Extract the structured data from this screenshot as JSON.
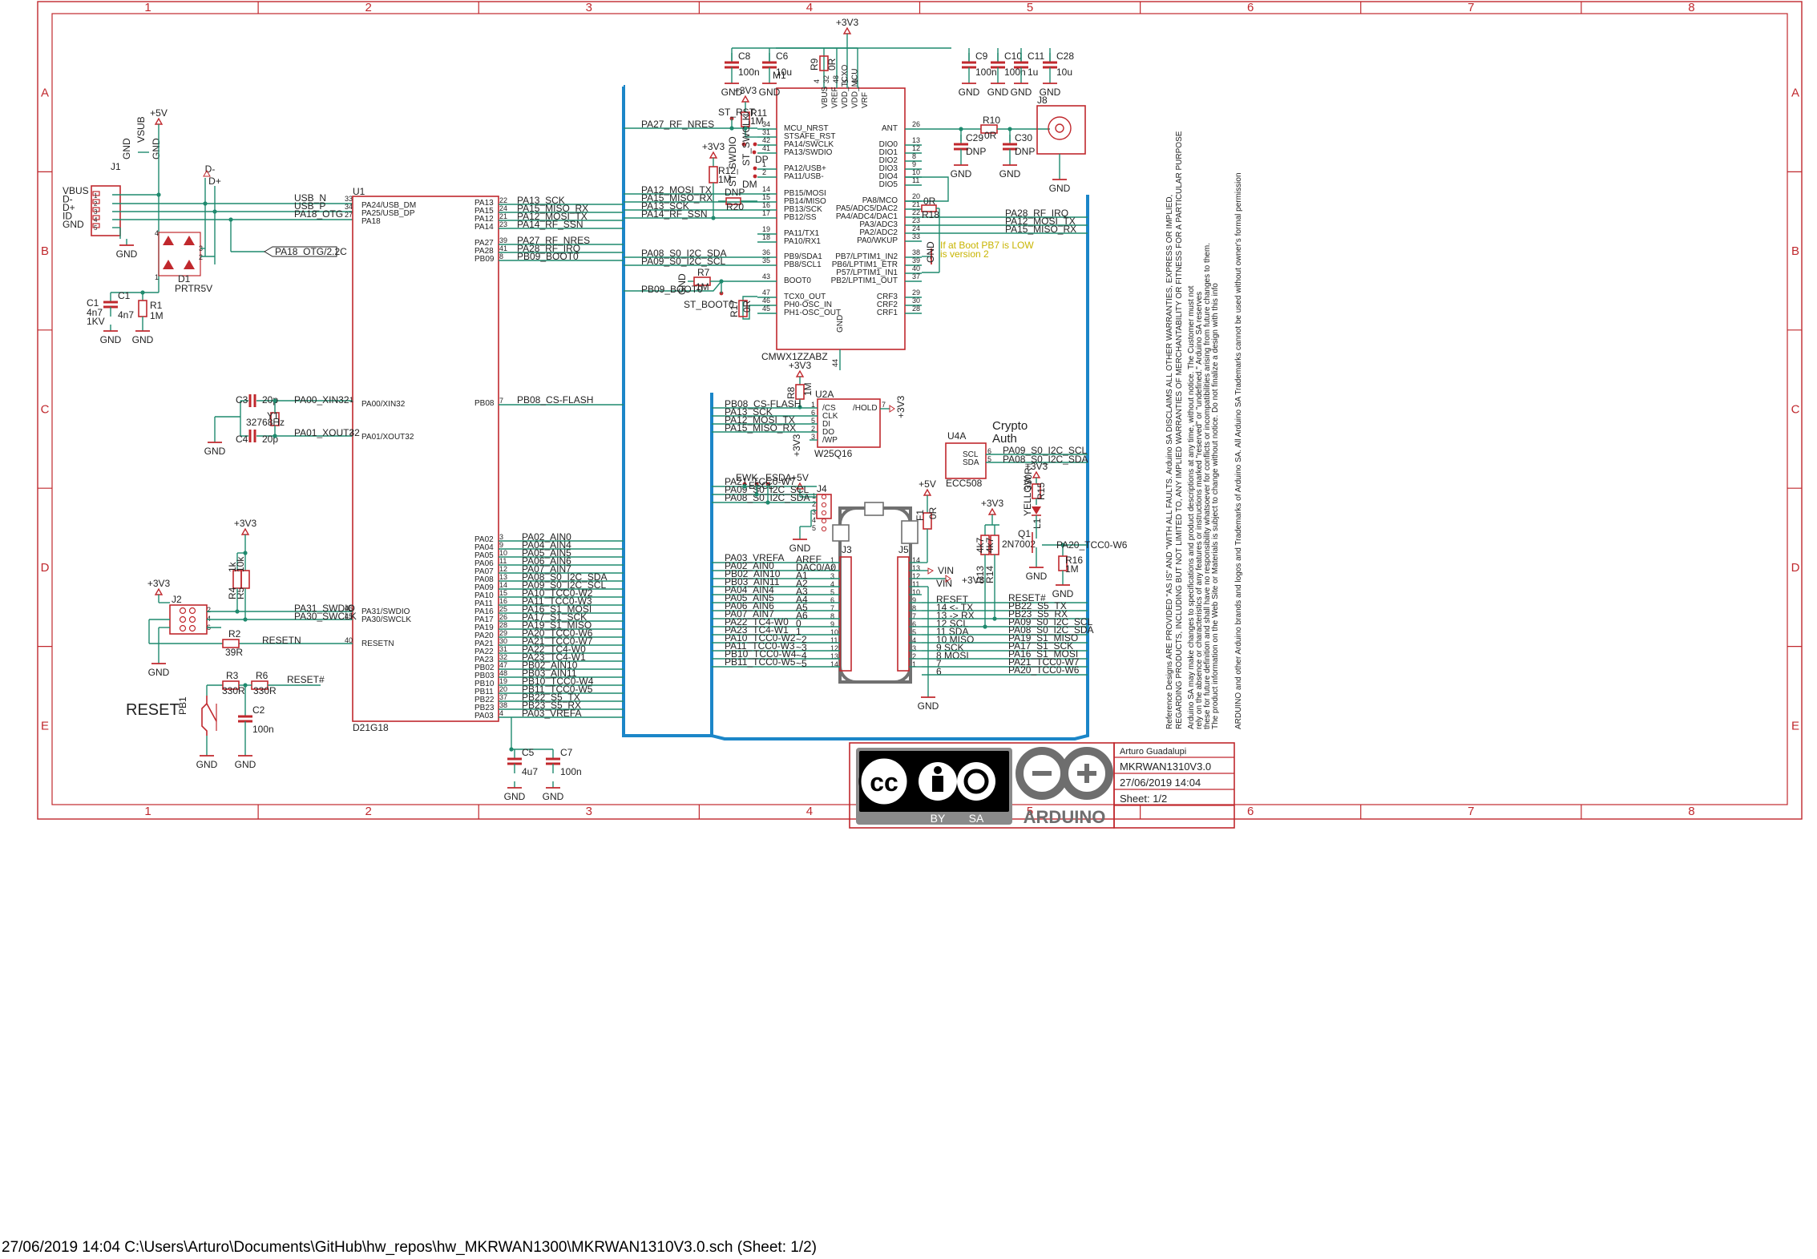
{
  "frame": {
    "columns": [
      "1",
      "2",
      "3",
      "4",
      "5",
      "6",
      "7",
      "8"
    ],
    "rows": [
      "A",
      "B",
      "C",
      "D",
      "E"
    ]
  },
  "colors": {
    "frame": "#c0282d",
    "wire": "#1f8a6e",
    "part": "#c0282d",
    "bus": "#1b86c8",
    "note": "#c8b400",
    "text": "#222222"
  },
  "usb": {
    "ref": "J1",
    "pins": [
      "VBUS",
      "D-",
      "D+",
      "ID",
      "GND"
    ],
    "nets": {
      "vsub": "VSUB",
      "vcc": "+5V",
      "gnd": "GND",
      "dminus": "D-",
      "dplus": "D+"
    },
    "diode": {
      "ref": "D1",
      "value": "PRTR5V"
    },
    "c1": {
      "ref": "C1",
      "v1": "4n7",
      "v2": "1KV"
    },
    "r1": {
      "ref": "R1",
      "value": "1M"
    },
    "signals": [
      "USB_N",
      "USB_P",
      "PA18_OTG"
    ],
    "pinnums": [
      "33",
      "34",
      "27"
    ],
    "otg_label": "PA18_OTG/2.2C"
  },
  "crystal": {
    "c3": "C3",
    "c3v": "20p",
    "c4": "C4",
    "c4v": "20p",
    "y1": "Y1",
    "y1v": "32768Hz",
    "nets": [
      "PA00_XIN32",
      "PA01_XOUT32"
    ],
    "pinnums": [
      "1",
      "2"
    ]
  },
  "swd": {
    "j2": "J2",
    "v3": "+3V3",
    "r4": "R4",
    "r4v": "1k",
    "r5": "R5",
    "r5v": "10k",
    "r2": "R2",
    "r2v": "39R",
    "nets": [
      "PA31_SWDIO",
      "PA30_SWCLK",
      "RESETN"
    ],
    "pinnums": [
      "46",
      "45",
      "40"
    ],
    "jpins": [
      "2",
      "4",
      "6"
    ]
  },
  "reset": {
    "label": "RESET",
    "pb": "PB1",
    "r3": "R3",
    "r3v": "330R",
    "r6": "R6",
    "r6v": "330R",
    "net": "RESET#",
    "c2": "C2",
    "c2v": "100n"
  },
  "mcu": {
    "ref": "U1",
    "value": "D21G18",
    "left_pins": [
      "PA24/USB_DM",
      "PA25/USB_DP",
      "PA18",
      "PA00/XIN32",
      "PA01/XOUT32",
      "PA31/SWDIO",
      "PA30/SWCLK",
      "RESETN"
    ],
    "right_top": [
      {
        "pin": "PA13",
        "num": "22",
        "net": "PA13_SCK"
      },
      {
        "pin": "PA15",
        "num": "24",
        "net": "PA15_MISO_RX"
      },
      {
        "pin": "PA12",
        "num": "21",
        "net": "PA12_MOSI_TX"
      },
      {
        "pin": "PA14",
        "num": "23",
        "net": "PA14_RF_SSN"
      },
      {
        "pin": "PA27",
        "num": "39",
        "net": "PA27_RF_NRES"
      },
      {
        "pin": "PA28",
        "num": "41",
        "net": "PA28_RF_IRQ"
      },
      {
        "pin": "PB09",
        "num": "8",
        "net": "PB09_BOOT0"
      }
    ],
    "pb08": {
      "pin": "PB08",
      "num": "7",
      "net": "PB08_CS-FLASH"
    },
    "right_bottom": [
      {
        "pin": "PA02",
        "num": "3",
        "net": "PA02_AIN0"
      },
      {
        "pin": "PA04",
        "num": "9",
        "net": "PA04_AIN4"
      },
      {
        "pin": "PA05",
        "num": "10",
        "net": "PA05_AIN5"
      },
      {
        "pin": "PA06",
        "num": "11",
        "net": "PA06_AIN6"
      },
      {
        "pin": "PA07",
        "num": "12",
        "net": "PA07_AIN7"
      },
      {
        "pin": "PA08",
        "num": "13",
        "net": "PA08_S0_I2C_SDA"
      },
      {
        "pin": "PA09",
        "num": "14",
        "net": "PA09_S0_I2C_SCL"
      },
      {
        "pin": "PA10",
        "num": "15",
        "net": "PA10_TCC0-W2"
      },
      {
        "pin": "PA11",
        "num": "16",
        "net": "PA11_TCC0-W3"
      },
      {
        "pin": "PA16",
        "num": "25",
        "net": "PA16_S1_MOSI"
      },
      {
        "pin": "PA17",
        "num": "26",
        "net": "PA17_S1_SCK"
      },
      {
        "pin": "PA19",
        "num": "28",
        "net": "PA19_S1_MISO"
      },
      {
        "pin": "PA20",
        "num": "29",
        "net": "PA20_TCC0-W6"
      },
      {
        "pin": "PA21",
        "num": "30",
        "net": "PA21_TCC0-W7"
      },
      {
        "pin": "PA22",
        "num": "31",
        "net": "PA22_TC4-W0"
      },
      {
        "pin": "PA23",
        "num": "32",
        "net": "PA23_TC4-W1"
      },
      {
        "pin": "PB02",
        "num": "47",
        "net": "PB02_AIN10"
      },
      {
        "pin": "PB03",
        "num": "48",
        "net": "PB03_AIN11"
      },
      {
        "pin": "PB10",
        "num": "19",
        "net": "PB10_TCC0-W4"
      },
      {
        "pin": "PB11",
        "num": "20",
        "net": "PB11_TCC0-W5"
      },
      {
        "pin": "PB22",
        "num": "37",
        "net": "PB22_S5_TX"
      },
      {
        "pin": "PB23",
        "num": "38",
        "net": "PB23_S5_RX"
      },
      {
        "pin": "PA03",
        "num": "4",
        "net": "PA03_VREFA"
      }
    ],
    "c5": "C5",
    "c5v": "4u7",
    "c7": "C7",
    "c7v": "100n"
  },
  "lora": {
    "ref": "M1",
    "value": "CMWX1ZZABZ",
    "supply": "+3V3",
    "caps": [
      {
        "ref": "C8",
        "value": "100n"
      },
      {
        "ref": "C6",
        "value": "10u"
      },
      {
        "ref": "C9",
        "value": "100n"
      },
      {
        "ref": "C10",
        "value": "100n"
      },
      {
        "ref": "C11",
        "value": "1u"
      },
      {
        "ref": "C28",
        "value": "10u"
      }
    ],
    "r9": "R9",
    "r9v": "0R",
    "top_pins": [
      "VBUS",
      "VREF",
      "VDD_TCXO",
      "VDD_MCU",
      "VRF"
    ],
    "top_nums": [
      "4",
      "32",
      "48",
      "5",
      "6"
    ],
    "left": [
      {
        "num": "34",
        "pin": "MCU_NRST"
      },
      {
        "num": "31",
        "pin": "STSAFE_RST"
      },
      {
        "num": "42",
        "pin": "PA14/SWCLK"
      },
      {
        "num": "41",
        "pin": "PA13/SWDIO"
      },
      {
        "num": "1",
        "pin": "PA12/USB+"
      },
      {
        "num": "2",
        "pin": "PA11/USB-"
      },
      {
        "num": "14",
        "pin": "PB15/MOSI"
      },
      {
        "num": "15",
        "pin": "PB14/MISO"
      },
      {
        "num": "16",
        "pin": "PB13/SCK"
      },
      {
        "num": "17",
        "pin": "PB12/SS"
      },
      {
        "num": "19",
        "pin": "PA11/TX1"
      },
      {
        "num": "18",
        "pin": "PA10/RX1"
      },
      {
        "num": "36",
        "pin": "PB9/SDA1"
      },
      {
        "num": "35",
        "pin": "PB8/SCL1"
      },
      {
        "num": "43",
        "pin": "BOOT0"
      },
      {
        "num": "47",
        "pin": "TCX0_OUT"
      },
      {
        "num": "46",
        "pin": "PH0-OSC_IN"
      },
      {
        "num": "45",
        "pin": "PH1-OSC_OUT"
      }
    ],
    "right": [
      {
        "num": "26",
        "pin": "ANT"
      },
      {
        "num": "13",
        "pin": "DIO0"
      },
      {
        "num": "12",
        "pin": "DIO1"
      },
      {
        "num": "8",
        "pin": "DIO2"
      },
      {
        "num": "9",
        "pin": "DIO3"
      },
      {
        "num": "10",
        "pin": "DIO4"
      },
      {
        "num": "11",
        "pin": "DIO5"
      },
      {
        "num": "20",
        "pin": "PA8/MCO"
      },
      {
        "num": "21",
        "pin": "PA5/ADC5/DAC2"
      },
      {
        "num": "22",
        "pin": "PA4/ADC4/DAC1"
      },
      {
        "num": "23",
        "pin": "PA3/ADC3"
      },
      {
        "num": "24",
        "pin": "PA2/ADC2"
      },
      {
        "num": "33",
        "pin": "PA0/WKUP"
      },
      {
        "num": "38",
        "pin": "PB7/LPTIM1_IN2"
      },
      {
        "num": "39",
        "pin": "PB6/LPTIM1_ETR"
      },
      {
        "num": "40",
        "pin": "P57/LPTIM1_IN1"
      },
      {
        "num": "37",
        "pin": "PB2/LPTIM1_OUT"
      },
      {
        "num": "29",
        "pin": "CRF3"
      },
      {
        "num": "30",
        "pin": "CRF2"
      },
      {
        "num": "28",
        "pin": "CRF1"
      }
    ],
    "gnd_pin": "GND",
    "gnd_num": "44",
    "nets_left": [
      "PA27_RF_NRES",
      "PA12_MOSI_TX",
      "PA15_MISO_RX",
      "PA13_SCK",
      "PA14_RF_SSN",
      "PA08_S0_I2C_SDA",
      "PA09_S0_I2C_SCL",
      "PB09_BOOT0"
    ],
    "nets_right": [
      "PA28_RF_IRQ",
      "PA12_MOSI_TX",
      "PA15_MISO_RX"
    ],
    "tps": {
      "st_rst": "ST_RST",
      "st_swdio": "ST_SWDIO",
      "st_swclk": "ST_SWCLK",
      "dp": "DP",
      "dm": "DM",
      "st_boot0": "ST_BOOT0"
    },
    "r11": "R11",
    "r11v": "1M",
    "r12": "R12",
    "r12v": "1M",
    "r20": "R20",
    "r20v": "DNP",
    "r7": "R7",
    "r7v": "1M",
    "r17": "R17",
    "r17v": "0R",
    "r18": "R18",
    "r18v": "0R",
    "r10": "R10",
    "r10v": "0R",
    "c29": "C29",
    "c29v": "DNP",
    "c30": "C30",
    "c30v": "DNP",
    "j8": "J8",
    "note": [
      "If at Boot PB7 is LOW",
      "is version 2"
    ]
  },
  "flash": {
    "ref": "U2A",
    "value": "W25Q16",
    "r8": "R8",
    "r8v": "1M",
    "pins": [
      "/CS",
      "CLK",
      "DI",
      "DO",
      "/WP"
    ],
    "nums": [
      "1",
      "6",
      "5",
      "2",
      "3"
    ],
    "hold": "/HOLD",
    "holdnum": "7",
    "nets": [
      "PB08_CS-FLASH",
      "PA13_SCK",
      "PA12_MOSI_TX",
      "PA15_MISO_RX"
    ]
  },
  "crypto": {
    "title1": "Crypto",
    "title2": "Auth",
    "ref": "U4A",
    "value": "ECC508",
    "pins": [
      "SCL",
      "SDA"
    ],
    "nums": [
      "6",
      "5"
    ],
    "nets": [
      "PA09_S0_I2C_SCL",
      "PA08_S0_I2C_SDA"
    ]
  },
  "j4": {
    "ref": "J4",
    "supply": "+5V",
    "tps": [
      "EWK",
      "ESCL",
      "ESDA"
    ],
    "nets": [
      "PA21_TCC0-W7",
      "PA09_S0_I2C_SCL",
      "PA08_S0_I2C_SDA"
    ],
    "nums": [
      "1",
      "2",
      "3",
      "4",
      "5"
    ]
  },
  "headers": {
    "j3": "J3",
    "j5": "J5",
    "f1": "F1",
    "f1v": "0R",
    "j3_nets": [
      "PA03_VREFA",
      "PA02_AIN0",
      "PB02_AIN10",
      "PB03_AIN11",
      "PA04_AIN4",
      "PA05_AIN5",
      "PA06_AIN6",
      "PA07_AIN7",
      "PA22_TC4-W0",
      "PA23_TC4-W1",
      "PA10_TCC0-W2",
      "PA11_TCC0-W3",
      "PB10_TCC0-W4",
      "PB11_TCC0-W5"
    ],
    "j3_pins": [
      "AREF",
      "DAC0/A0",
      "A1",
      "A2",
      "A3",
      "A4",
      "A5",
      "A6",
      "0",
      "1",
      "~2",
      "~3",
      "~4",
      "~5"
    ],
    "j5_pins": [
      "",
      "VIN",
      "",
      "RESET",
      "14 <- TX",
      "13 -> RX",
      "12 SCL",
      "11 SDA",
      "10 MISO",
      "9 SCK",
      "8 MOSI",
      "7",
      "6"
    ],
    "j5_nets": [
      "",
      "",
      "",
      "RESET#",
      "PB22_S5_TX",
      "PB23_S5_RX",
      "PA09_S0_I2C_SCL",
      "PA08_S0_I2C_SDA",
      "PA19_S1_MISO",
      "PA17_S1_SCK",
      "PA16_S1_MOSI",
      "PA21_TCC0-W7",
      "PA20_TCC0-W6"
    ],
    "vin": "VIN",
    "v3": "+3V3",
    "v5": "+5V"
  },
  "led": {
    "r15": "R15",
    "r15v": "330R",
    "led": "YELLOW",
    "ldref": "L1",
    "q1": "Q1",
    "q1v": "2N7002",
    "net": "PA20_TCC0-W6",
    "r16": "R16",
    "r16v": "1M",
    "r13": "R13",
    "r13v": "4k7",
    "r14": "R14",
    "r14v": "4k7"
  },
  "disclaimer": [
    "Reference Designs ARE PROVIDED \"AS IS\" AND \"WITH ALL FAULTS. Arduino SA DISCLAIMS ALL OTHER WARRANTIES, EXPRESS OR IMPLIED,",
    "REGARDING PRODUCTS, INCLUDING BUT NOT LIMITED TO, ANY IMPLIED WARRANTIES OF MERCHANTABILITY OR FITNESS FOR A PARTICULAR PURPOSE",
    "Arduino SA may make changes to specifications and product descriptions at any time, without notice. The Customer must not",
    "rely on the absence or characteristics of any features or instructions marked \"reserved\" or \"undefined.\" Arduino SA reserves",
    "these for future definition and shall have no responsibility whatsoever for conflicts or incompatibilities arising from future changes to them.",
    "The product information on the Web Site or Materials is subject to change without notice. Do not finalize a design with this info",
    "ARDUINO and other Arduino brands and logos and Trademarks of Arduino SA. All Arduino SA Trademarks cannot be used without owner's formal permission"
  ],
  "titleblock": {
    "cc": "cc",
    "by": "BY",
    "sa": "SA",
    "arduino": "ARDUINO",
    "author": "Arturo Guadalupi",
    "name": "MKRWAN1310V3.0",
    "date": "27/06/2019 14:04",
    "sheet": "Sheet: 1/2"
  },
  "footer": "27/06/2019 14:04  C:\\Users\\Arturo\\Documents\\GitHub\\hw_repos\\hw_MKRWAN1300\\MKRWAN1310V3.0.sch (Sheet: 1/2)"
}
